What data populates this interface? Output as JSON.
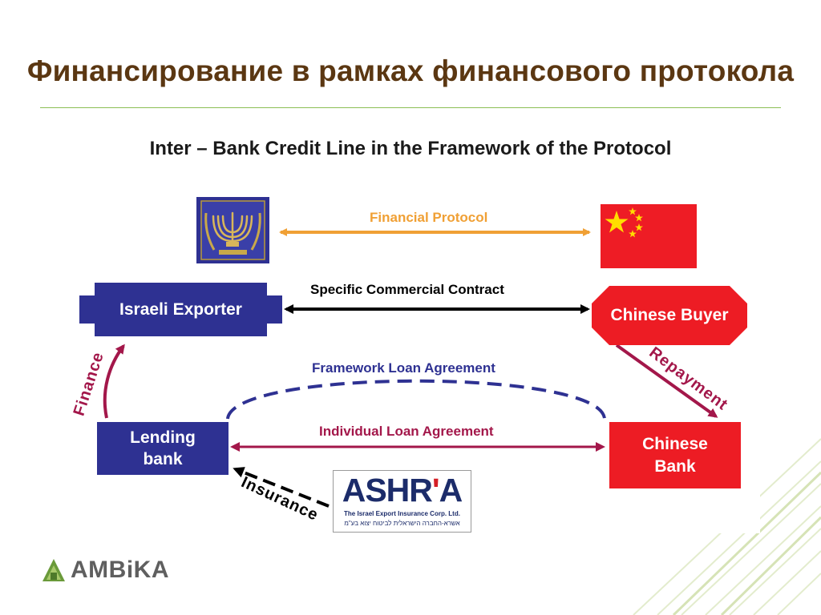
{
  "title": "Финансирование в рамках финансового протокола",
  "diagram": {
    "heading": "Inter – Bank Credit Line in the Framework of the Protocol",
    "nodes": {
      "israeli_exporter": "Israeli Exporter",
      "chinese_buyer": "Chinese Buyer",
      "lending_bank": "Lending\nbank",
      "chinese_bank": "Chinese\nBank"
    },
    "edges": {
      "financial_protocol": "Financial Protocol",
      "commercial_contract": "Specific Commercial Contract",
      "framework_loan": "Framework Loan Agreement",
      "individual_loan": "Individual Loan Agreement",
      "finance": "Finance",
      "repayment": "Repayment",
      "insurance": "Insurance"
    },
    "ashra_logo": {
      "wordmark_a": "ASHR",
      "wordmark_apos": "'",
      "wordmark_b": "A",
      "subtitle": "The Israel Export Insurance Corp. Ltd.",
      "hebrew": "אשרא-החברה הישראלית לביטוח יצוא בע\"מ"
    }
  },
  "footer": {
    "logo_text": "AMBiKA"
  },
  "colors": {
    "title": "#5b3712",
    "accent_green": "#8cbf55",
    "navy_box": "#2e3192",
    "red_box": "#ed1c24",
    "protocol_arrow": "#f0a035",
    "crimson_arrow": "#a3174a",
    "framework_dash": "#2e3192"
  },
  "icons": [
    "israel-emblem-icon",
    "china-flag-icon"
  ]
}
